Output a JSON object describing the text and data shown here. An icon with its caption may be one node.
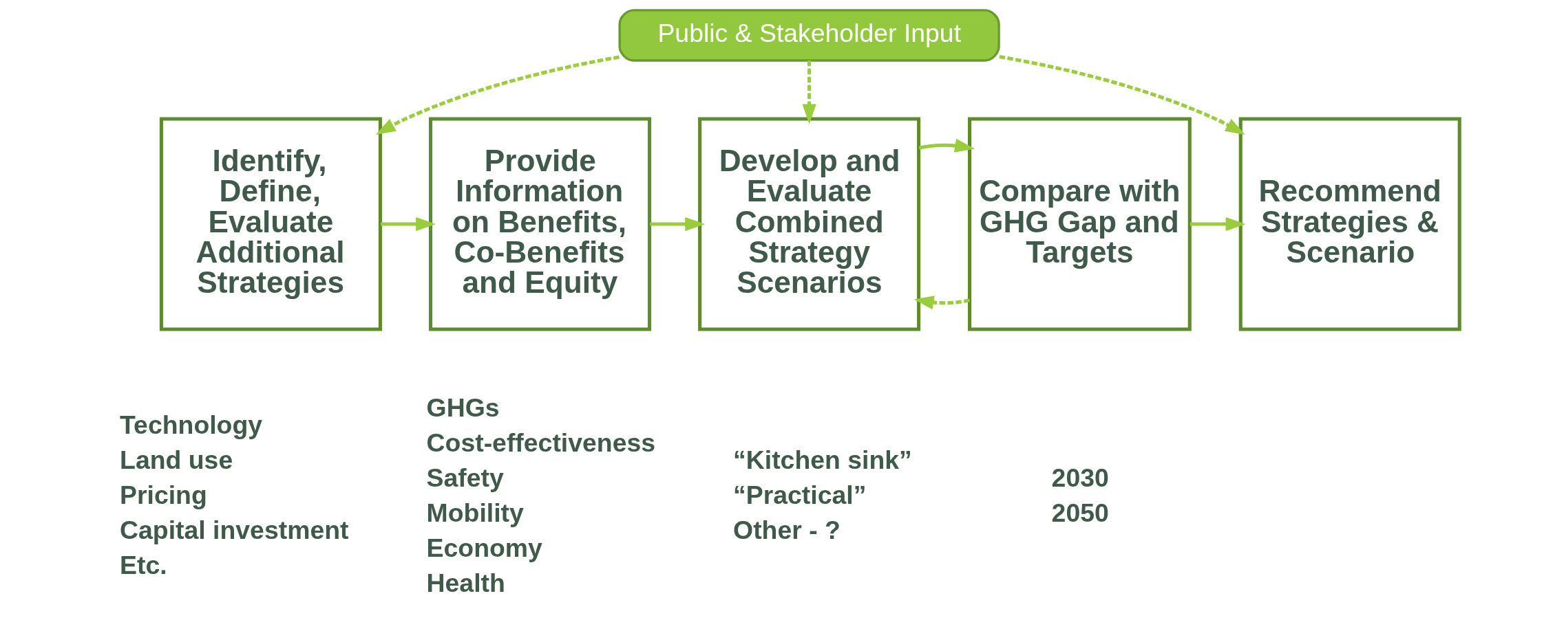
{
  "diagram": {
    "nodes": [
      {
        "text": [
          "Public & Stakeholder Input"
        ]
      },
      {
        "text": [
          "Identify, Define, Evaluate Additional Strategies"
        ],
        "beside": [
          "Technology",
          "Land use",
          "Pricing",
          "Capital investment",
          "Etc."
        ]
      },
      {
        "text": [
          "Provide Information on Benefits, Co-Benefits and Equity"
        ],
        "beside": [
          "GHGs",
          "Cost-effectiveness",
          "Safety",
          "Mobility",
          "Economy",
          "Health"
        ]
      },
      {
        "text": [
          "Develop and Evaluate Combined Strategy Scenarios"
        ],
        "beside": [
          "“Kitchen sink”",
          "“Practical”",
          "Other - ?"
        ]
      },
      {
        "text": [
          "Compare with GHG Gap and Targets"
        ],
        "beside": [
          "2030",
          "2050"
        ]
      },
      {
        "text": [
          "Recommend Strategies & Scenario"
        ]
      }
    ],
    "edges": [
      {
        "from": 0,
        "to": 1,
        "arrow": "to",
        "style": "dashed"
      },
      {
        "from": 0,
        "to": 3,
        "arrow": "to",
        "style": "dashed"
      },
      {
        "from": 0,
        "to": 5,
        "arrow": "to",
        "style": "dashed"
      },
      {
        "from": 4,
        "to": 3,
        "arrow": "to",
        "style": "dashed"
      },
      {
        "from": 1,
        "to": 2,
        "arrow": "to"
      },
      {
        "from": 2,
        "to": 3,
        "arrow": "to"
      },
      {
        "from": 3,
        "to": 4,
        "arrow": "to"
      },
      {
        "from": 4,
        "to": 5,
        "arrow": "to"
      }
    ]
  }
}
